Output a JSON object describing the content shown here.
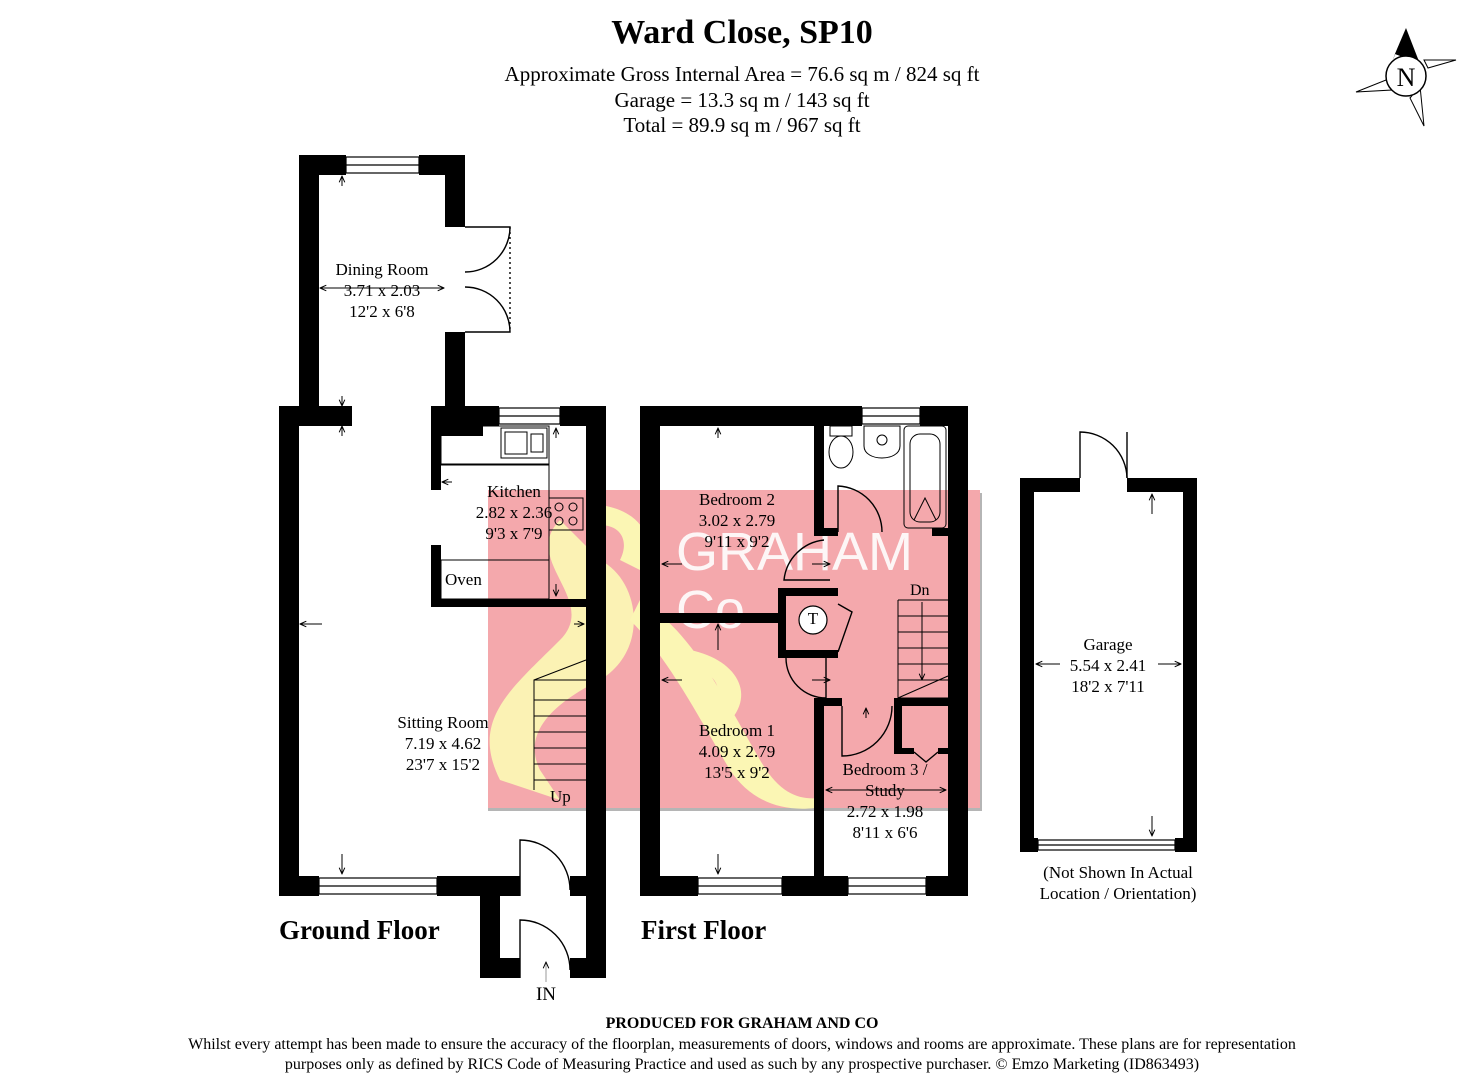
{
  "header": {
    "title": "Ward Close, SP10",
    "gross_internal_area": "Approximate Gross Internal Area = 76.6 sq m / 824 sq ft",
    "garage_area": "Garage = 13.3 sq m / 143 sq ft",
    "total_area": "Total = 89.9 sq m / 967 sq ft"
  },
  "compass": {
    "label": "N",
    "icon": "north-compass-icon"
  },
  "floors": {
    "ground": {
      "title": "Ground Floor"
    },
    "first": {
      "title": "First Floor"
    }
  },
  "rooms": {
    "dining": {
      "name": "Dining Room",
      "metric": "3.71 x 2.03",
      "imperial": "12'2 x 6'8"
    },
    "kitchen": {
      "name": "Kitchen",
      "metric": "2.82 x 2.36",
      "imperial": "9'3 x 7'9"
    },
    "sitting": {
      "name": "Sitting Room",
      "metric": "7.19 x 4.62",
      "imperial": "23'7 x 15'2"
    },
    "bedroom2": {
      "name": "Bedroom 2",
      "metric": "3.02 x 2.79",
      "imperial": "9'11 x 9'2"
    },
    "bedroom1": {
      "name": "Bedroom 1",
      "metric": "4.09 x 2.79",
      "imperial": "13'5 x 9'2"
    },
    "bedroom3": {
      "name": "Bedroom 3 /",
      "name2": "Study",
      "metric": "2.72 x 1.98",
      "imperial": "8'11 x 6'6"
    },
    "garage": {
      "name": "Garage",
      "metric": "5.54 x 2.41",
      "imperial": "18'2 x 7'11"
    }
  },
  "fixtures": {
    "oven": "Oven",
    "up": "Up",
    "down": "Dn",
    "tank": "T",
    "entrance": "IN"
  },
  "garage_note": {
    "line1": "(Not Shown In Actual",
    "line2": "Location / Orientation)"
  },
  "watermark": {
    "brand_line1": "GRAHAM",
    "brand_line2": "Co",
    "colors": {
      "pink": "#f4a8ac",
      "yellow": "#fbf6b4",
      "grey": "#b5b5b5"
    }
  },
  "footer": {
    "produced_for": "PRODUCED FOR GRAHAM AND CO",
    "disclaimer_line1": "Whilst every attempt has been made to ensure the accuracy of the floorplan, measurements of doors, windows and rooms are approximate. These plans are for representation",
    "disclaimer_line2": "purposes only as defined by RICS Code of Measuring Practice and used as such by any prospective purchaser. © Emzo Marketing (ID863493)"
  }
}
